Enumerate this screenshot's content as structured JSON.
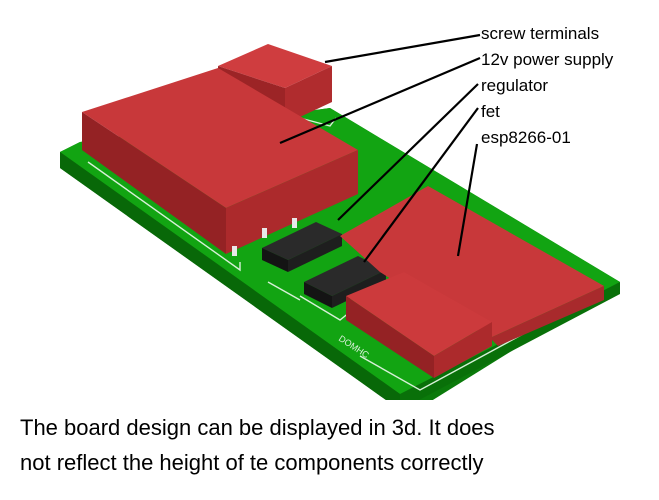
{
  "labels": {
    "screw_terminals": "screw terminals",
    "power_supply": "12v power supply",
    "regulator": "regulator",
    "fet": "fet",
    "esp": "esp8266-01"
  },
  "caption": {
    "line1": "The board design can be displayed in 3d. It does",
    "line2": "not reflect the height of te components correctly"
  },
  "silkscreen_text": "DOMHC",
  "colors": {
    "pcb": "#10a010",
    "pcb_dark": "#0a6a0a",
    "component_top": "#c8383a",
    "component_side": "#8e2022",
    "ic_body": "#1c1c1c"
  }
}
